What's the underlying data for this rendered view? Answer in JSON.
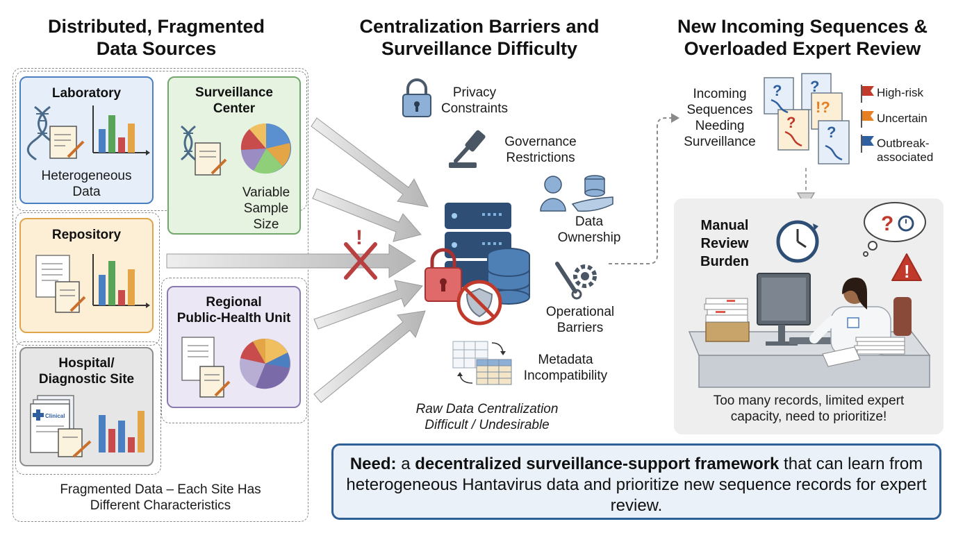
{
  "columns": {
    "left_title": "Distributed, Fragmented\nData Sources",
    "middle_title": "Centralization Barriers and\nSurveillance Difficulty",
    "right_title": "New Incoming Sequences &\nOverloaded Expert Review"
  },
  "sources": {
    "laboratory": {
      "title": "Laboratory",
      "caption": "Heterogeneous\nData"
    },
    "surveillance": {
      "title": "Surveillance\nCenter",
      "caption": "Variable\nSample\nSize"
    },
    "repository": {
      "title": "Repository"
    },
    "regional": {
      "title": "Regional\nPublic-Health Unit"
    },
    "hospital": {
      "title": "Hospital/\nDiagnostic Site",
      "doc_label": "Clinical"
    },
    "footer": "Fragmented Data – Each Site Has\nDifferent Characteristics"
  },
  "barriers": {
    "privacy": "Privacy\nConstraints",
    "governance": "Governance\nRestrictions",
    "ownership": "Data\nOwnership",
    "operational": "Operational\nBarriers",
    "metadata": "Metadata\nIncompatibility",
    "caption": "Raw Data Centralization\nDifficult / Undesirable",
    "blocked_mark": "!"
  },
  "incoming": {
    "label": "Incoming\nSequences\nNeeding\nSurveillance",
    "flags": [
      {
        "label": "High-risk",
        "color": "#c0392b"
      },
      {
        "label": "Uncertain",
        "color": "#e67e22"
      },
      {
        "label": "Outbreak-\nassociated",
        "color": "#2f5f9e"
      }
    ],
    "doc_marks": [
      "?",
      "?",
      "!?",
      "?",
      "?"
    ]
  },
  "review": {
    "title": "Manual\nReview\nBurden",
    "caption": "Too many records, limited expert\ncapacity, need to prioritize!",
    "thought_mark": "?",
    "warning_mark": "!"
  },
  "need": {
    "lead": "Need:",
    "part1": " a ",
    "bold": "decentralized surveillance-support framework",
    "part2": " that can learn from heterogeneous Hantavirus data and prioritize new sequence records for expert review."
  },
  "colors": {
    "blue_card": "#e5eef9",
    "blue_border": "#4a7fc1",
    "green_card": "#e7f3e1",
    "green_border": "#6fa86a",
    "orange_card": "#fcefd6",
    "orange_border": "#e0a44a",
    "purple_card": "#ece7f4",
    "purple_border": "#8a78b0",
    "gray_card": "#e6e6e6",
    "gray_border": "#8c8c8c",
    "navy": "#2e4e76",
    "red": "#c0392b"
  }
}
